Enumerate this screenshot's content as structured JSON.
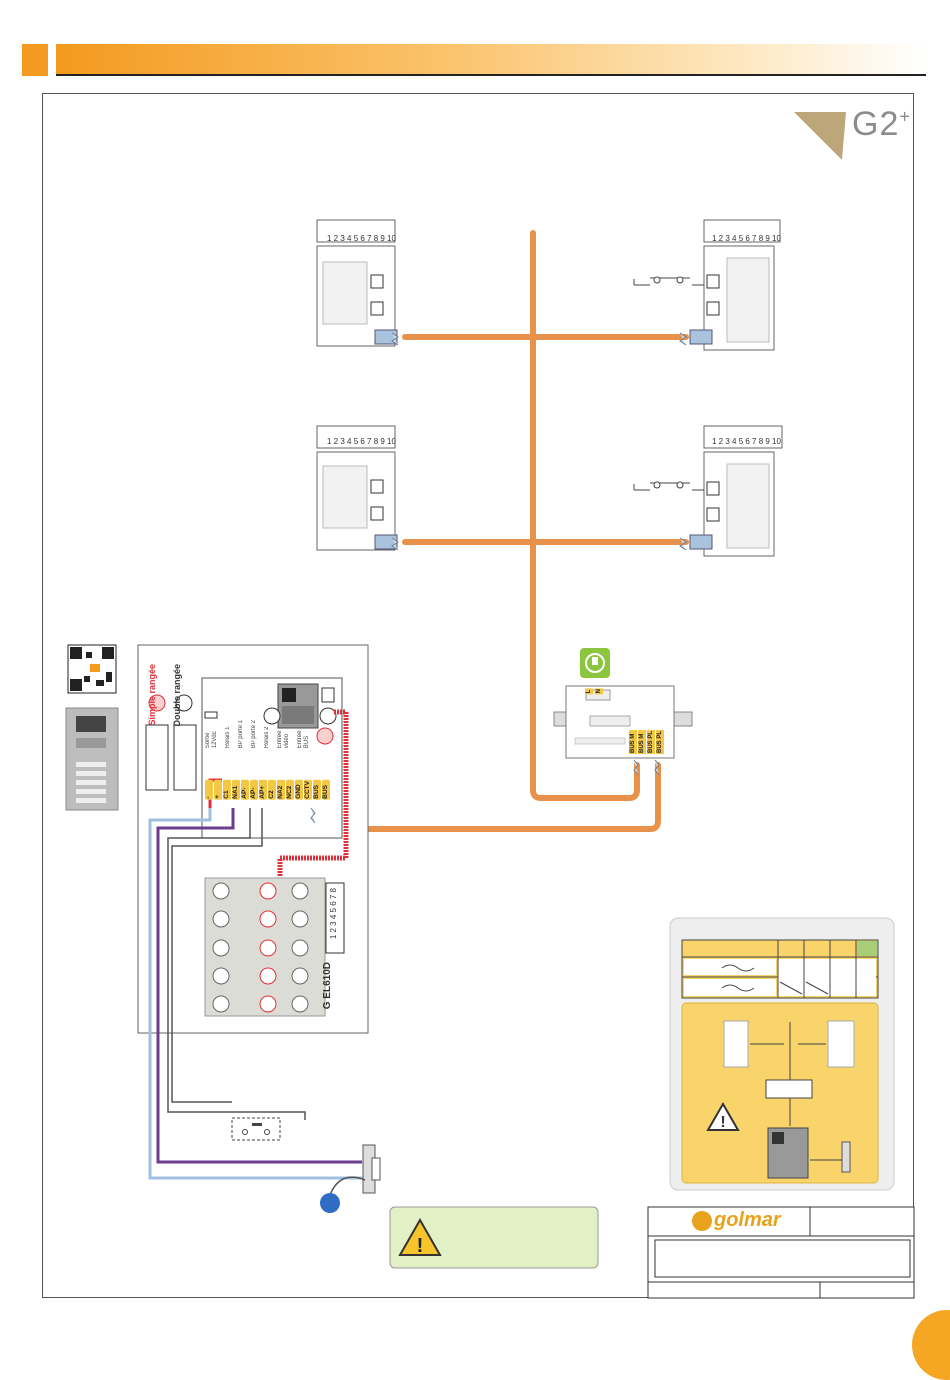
{
  "header": {
    "accent_color": "#f39a1f"
  },
  "brand_mark": {
    "letter": "G",
    "number": "2",
    "superscript": "+"
  },
  "monitors": {
    "dip_numbers": "1 2 3 4 5 6 7 8 9 10"
  },
  "door_panel": {
    "simple_rangee": "Simple rangée",
    "double_rangee": "Double rangée",
    "model": "G EL610D",
    "terminals": [
      "-",
      "+",
      "C1",
      "NA1",
      "AP-",
      "AP-",
      "AP+",
      "C2",
      "NA2",
      "NC2",
      "GND",
      "CCTV",
      "BUS",
      "BUS"
    ],
    "terminal_labels": [
      "Sortie\n12Vdc",
      "Relais 1",
      "BP porte 1",
      "BP porte 2",
      "Relais 2",
      "Entrée\nvidéo",
      "Entrée\nBUS"
    ],
    "module_dip_numbers": "1 2 3 4 5 6 7 8"
  },
  "power_supply": {
    "inputs": [
      "L",
      "N"
    ],
    "outputs": [
      "BUS M",
      "BUS M",
      "BUS PL",
      "BUS PL"
    ]
  },
  "title_block": {
    "brand": "golmar"
  },
  "colors": {
    "bus_cable": "#e8914a",
    "warning_yellow": "#f9d46a",
    "warning_green": "#e3efc4",
    "power_icon": "#8cc63f",
    "wire_blue": "#9fc0e0",
    "wire_purple": "#6a3d8f",
    "wire_red": "#e0303a",
    "page_accent": "#f5a623"
  }
}
